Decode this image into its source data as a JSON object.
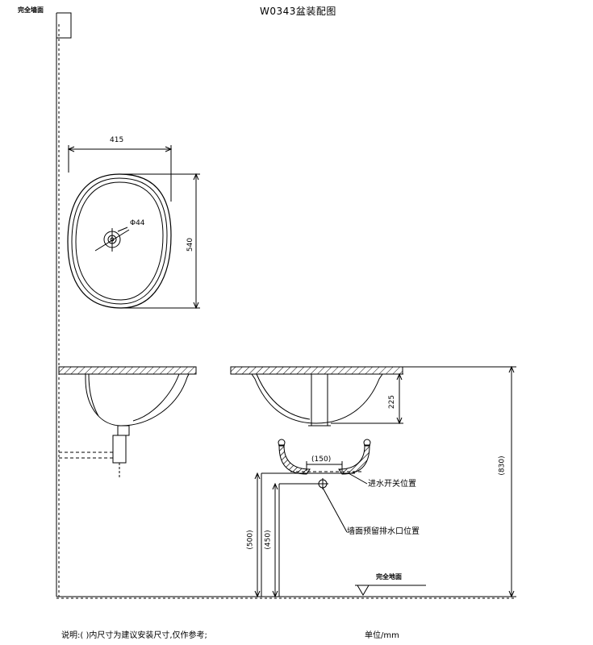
{
  "drawing": {
    "title": "W0343盆装配图",
    "finished_wall_label": "完全墙面",
    "finished_floor_label": "完全地面",
    "water_inlet_label": "进水开关位置",
    "drain_outlet_label": "墙面预留排水口位置",
    "note": "说明:( )内尺寸为建议安装尺寸,仅作参考;",
    "unit": "单位/mm"
  },
  "dimensions": {
    "width": "415",
    "length": "540",
    "hole": "Φ44",
    "bowl_depth": "225",
    "counter_height": "(830)",
    "inlet_spacing": "(150)",
    "inlet_height": "(500)",
    "drain_height": "(450)"
  }
}
